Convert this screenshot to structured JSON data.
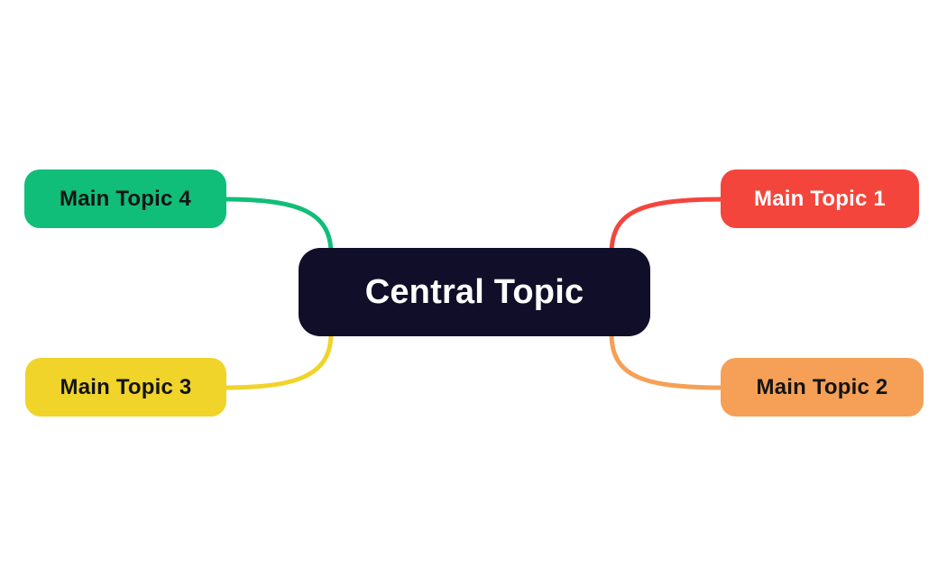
{
  "app": {
    "type": "mind-map",
    "background_color": "#FFFFFF"
  },
  "central_topic": {
    "label": "Central Topic",
    "bg_color": "#110E2A",
    "text_color": "#FFFFFF"
  },
  "main_topics": [
    {
      "label": "Main Topic 1",
      "position": "top-right",
      "bg_color": "#F4453C",
      "text_color": "#FFFFFF",
      "connector_color": "#F4453C"
    },
    {
      "label": "Main Topic 2",
      "position": "bottom-right",
      "bg_color": "#F5A056",
      "text_color": "#141414",
      "connector_color": "#F5A056"
    },
    {
      "label": "Main Topic 3",
      "position": "bottom-left",
      "bg_color": "#F0D42A",
      "text_color": "#141414",
      "connector_color": "#F0D42A"
    },
    {
      "label": "Main Topic 4",
      "position": "top-left",
      "bg_color": "#10BE79",
      "text_color": "#141414",
      "connector_color": "#10BE79"
    }
  ]
}
